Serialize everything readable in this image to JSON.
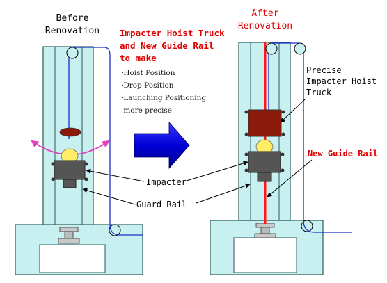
{
  "before": {
    "title_line1": "Before",
    "title_line2": "Renovation"
  },
  "after": {
    "title_line1": "After",
    "title_line2": "Renovation"
  },
  "purpose": {
    "line1": "Impacter Hoist Truck",
    "line2": "and New Guide Rail",
    "line3": "to make",
    "bullets": [
      "·Hoist Position",
      "·Drop Position",
      "·Launching Positioning",
      " more precise"
    ]
  },
  "labels": {
    "impacter": "Impacter",
    "guard_rail": "Guard Rail",
    "hoist_truck_line1": "Precise",
    "hoist_truck_line2": "Impacter Hoist",
    "hoist_truck_line3": "Truck",
    "new_guide_rail": "New Guide Rail"
  },
  "colors": {
    "frame_fill": "#c8f0f0",
    "frame_stroke": "#2a5a5a",
    "title_black": "#000000",
    "title_red": "#e00000",
    "rope_blue": "#1a2fc8",
    "guide_rail_red": "#ff1a1a",
    "hoist_truck_fill": "#8b1a0a",
    "impacter_body": "#555555",
    "impacter_bulb": "#ffee66",
    "swing_arrow": "#e040c0",
    "big_arrow": "#1010e0"
  }
}
